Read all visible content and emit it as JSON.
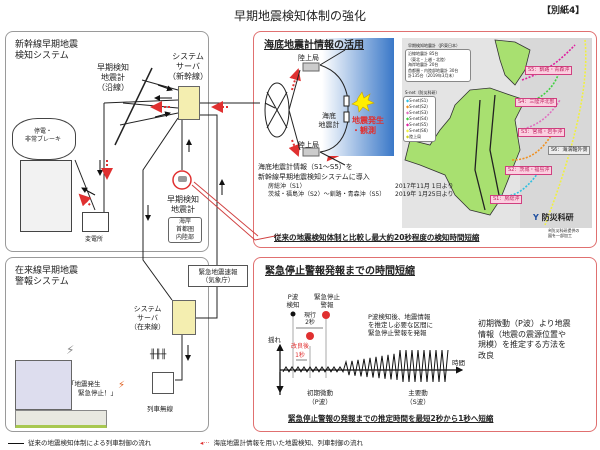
{
  "title": "早期地震検知体制の強化",
  "attachment": "【別紙4】",
  "shinkansen": {
    "heading": [
      "新幹線早期地震",
      "検知システム"
    ],
    "server": [
      "システム",
      "サーバ",
      "（新幹線）"
    ],
    "line_seismometer": [
      "早期検知",
      "地震計",
      "（沿線）"
    ],
    "blackout": [
      "停電・",
      "非常ブレーキ"
    ],
    "substation": "変電所",
    "center_seismometer": [
      "早期検知",
      "地震計"
    ],
    "locations": [
      "海岸",
      "首都圏",
      "内陸部"
    ]
  },
  "conventional": {
    "heading": [
      "在来線早期地震",
      "警報システム"
    ],
    "jma": [
      "緊急地震速報",
      "（気象庁）"
    ],
    "server": [
      "システム",
      "サーバ",
      "（在来線）"
    ],
    "radio": "列車無線",
    "speech": [
      "「地震発生",
      "緊急停止！」"
    ]
  },
  "seafloor": {
    "heading": "海底地震計情報の活用",
    "land_station": "陸上局",
    "seafloor_seismometer": [
      "海底",
      "地震計"
    ],
    "quake": [
      "地震発生",
      "・観測"
    ],
    "intro": [
      "海底地震計情報（S1～S5）を",
      "新幹線早期地震検知システムに導入"
    ],
    "schedule": [
      {
        "area": "房総沖（S1）",
        "date": "2017年11月 1日より"
      },
      {
        "area": "茨城・福島沖（S2）～釧路・青森沖（S5）",
        "date": "2019年 1月25日より"
      }
    ],
    "conclusion": "従来の地震検知体制と比較し最大約20秒程度の検知時間短縮",
    "map": {
      "legend1_title": "早期検知地震計（JR東日本）",
      "legend1": [
        "沿線地震計 85台",
        "（東北・上越・北陸）",
        "海岸地震計 20台",
        "首都圏・内陸部地震計 30台",
        "計135台（2019年3月末）"
      ],
      "legend2_title": "S-net（防災科研）",
      "legend2": [
        {
          "label": "S-net(S1)",
          "color": "#30c0e0"
        },
        {
          "label": "S-net(S2)",
          "color": "#f09020"
        },
        {
          "label": "S-net(S3)",
          "color": "#e070c0"
        },
        {
          "label": "S-net(S4)",
          "color": "#40d040"
        },
        {
          "label": "S-net(S5)",
          "color": "#e020a0"
        },
        {
          "label": "S-net(S6)",
          "color": "#f0f040"
        },
        {
          "label": "陸上局",
          "color": "#d0d020"
        }
      ],
      "region_labels": [
        "S5：釧路・青森沖",
        "S4：三陸沖北部",
        "S3：宮城・岩手沖",
        "S6：海溝軸外側",
        "S2：茨城・福島沖",
        "S1：房総沖"
      ],
      "logo": "防災科研",
      "credit": [
        "※防災科研提供の",
        "図を一部加工"
      ]
    }
  },
  "shortening": {
    "heading": "緊急停止警報発報までの時間短縮",
    "p_detect": [
      "P波",
      "検知"
    ],
    "alarm": [
      "緊急停止",
      "警報"
    ],
    "current": [
      "現行",
      "2秒"
    ],
    "improved": [
      "改良後",
      "1秒"
    ],
    "shake": "揺れ",
    "time": "時間",
    "note": [
      "P波検知後、地震情報",
      "を推定し必要な区間に",
      "緊急停止警報を発報"
    ],
    "p_wave": [
      "初期微動",
      "（P波）"
    ],
    "s_wave": [
      "主要動",
      "（S波）"
    ],
    "method": [
      "初期微動（P波）より地震",
      "情報（地震の震源位置や",
      "規模）を推定する方法を",
      "改良"
    ],
    "conclusion": "緊急停止警報の発報までの推定時間を最短2秒から1秒へ短縮"
  },
  "legend": {
    "conventional": "従来の地震検知体制による列車制御の流れ",
    "seafloor": "海底地震計情報を用いた地震検知、列車制御の流れ"
  }
}
